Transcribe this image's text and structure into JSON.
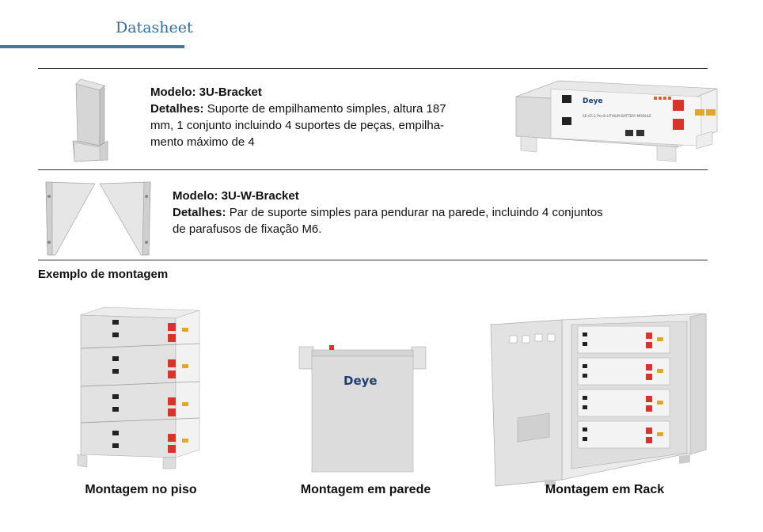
{
  "header": {
    "title": "Datasheet"
  },
  "products": [
    {
      "model_label": "Modelo:",
      "model_value": "3U-Bracket",
      "details_label": "Detalhes:",
      "details_lines": [
        "Suporte de empilhamento simples, altura 187",
        "mm, 1 conjunto incluindo 4 suportes de peças, empilha-",
        "mento máximo de 4"
      ]
    },
    {
      "model_label": "Modelo:",
      "model_value": "3U-W-Bracket",
      "details_label": "Detalhes:",
      "details_lines": [
        "Par de suporte simples para pendurar na parede, incluindo 4 conjuntos",
        "de parafusos de fixação M6."
      ]
    }
  ],
  "battery": {
    "brand": "Deye",
    "label": "SE-G5.1 Pro-B  LITHIUM BATTERY MODULE"
  },
  "section": {
    "title": "Exemplo de montagem"
  },
  "examples": [
    {
      "caption": "Montagem no piso"
    },
    {
      "caption": "Montagem em parede"
    },
    {
      "caption": "Montagem em Rack"
    }
  ],
  "colors": {
    "accent": "#3a78a8",
    "title": "#2f6f9e",
    "terminal_red": "#d9342b"
  }
}
